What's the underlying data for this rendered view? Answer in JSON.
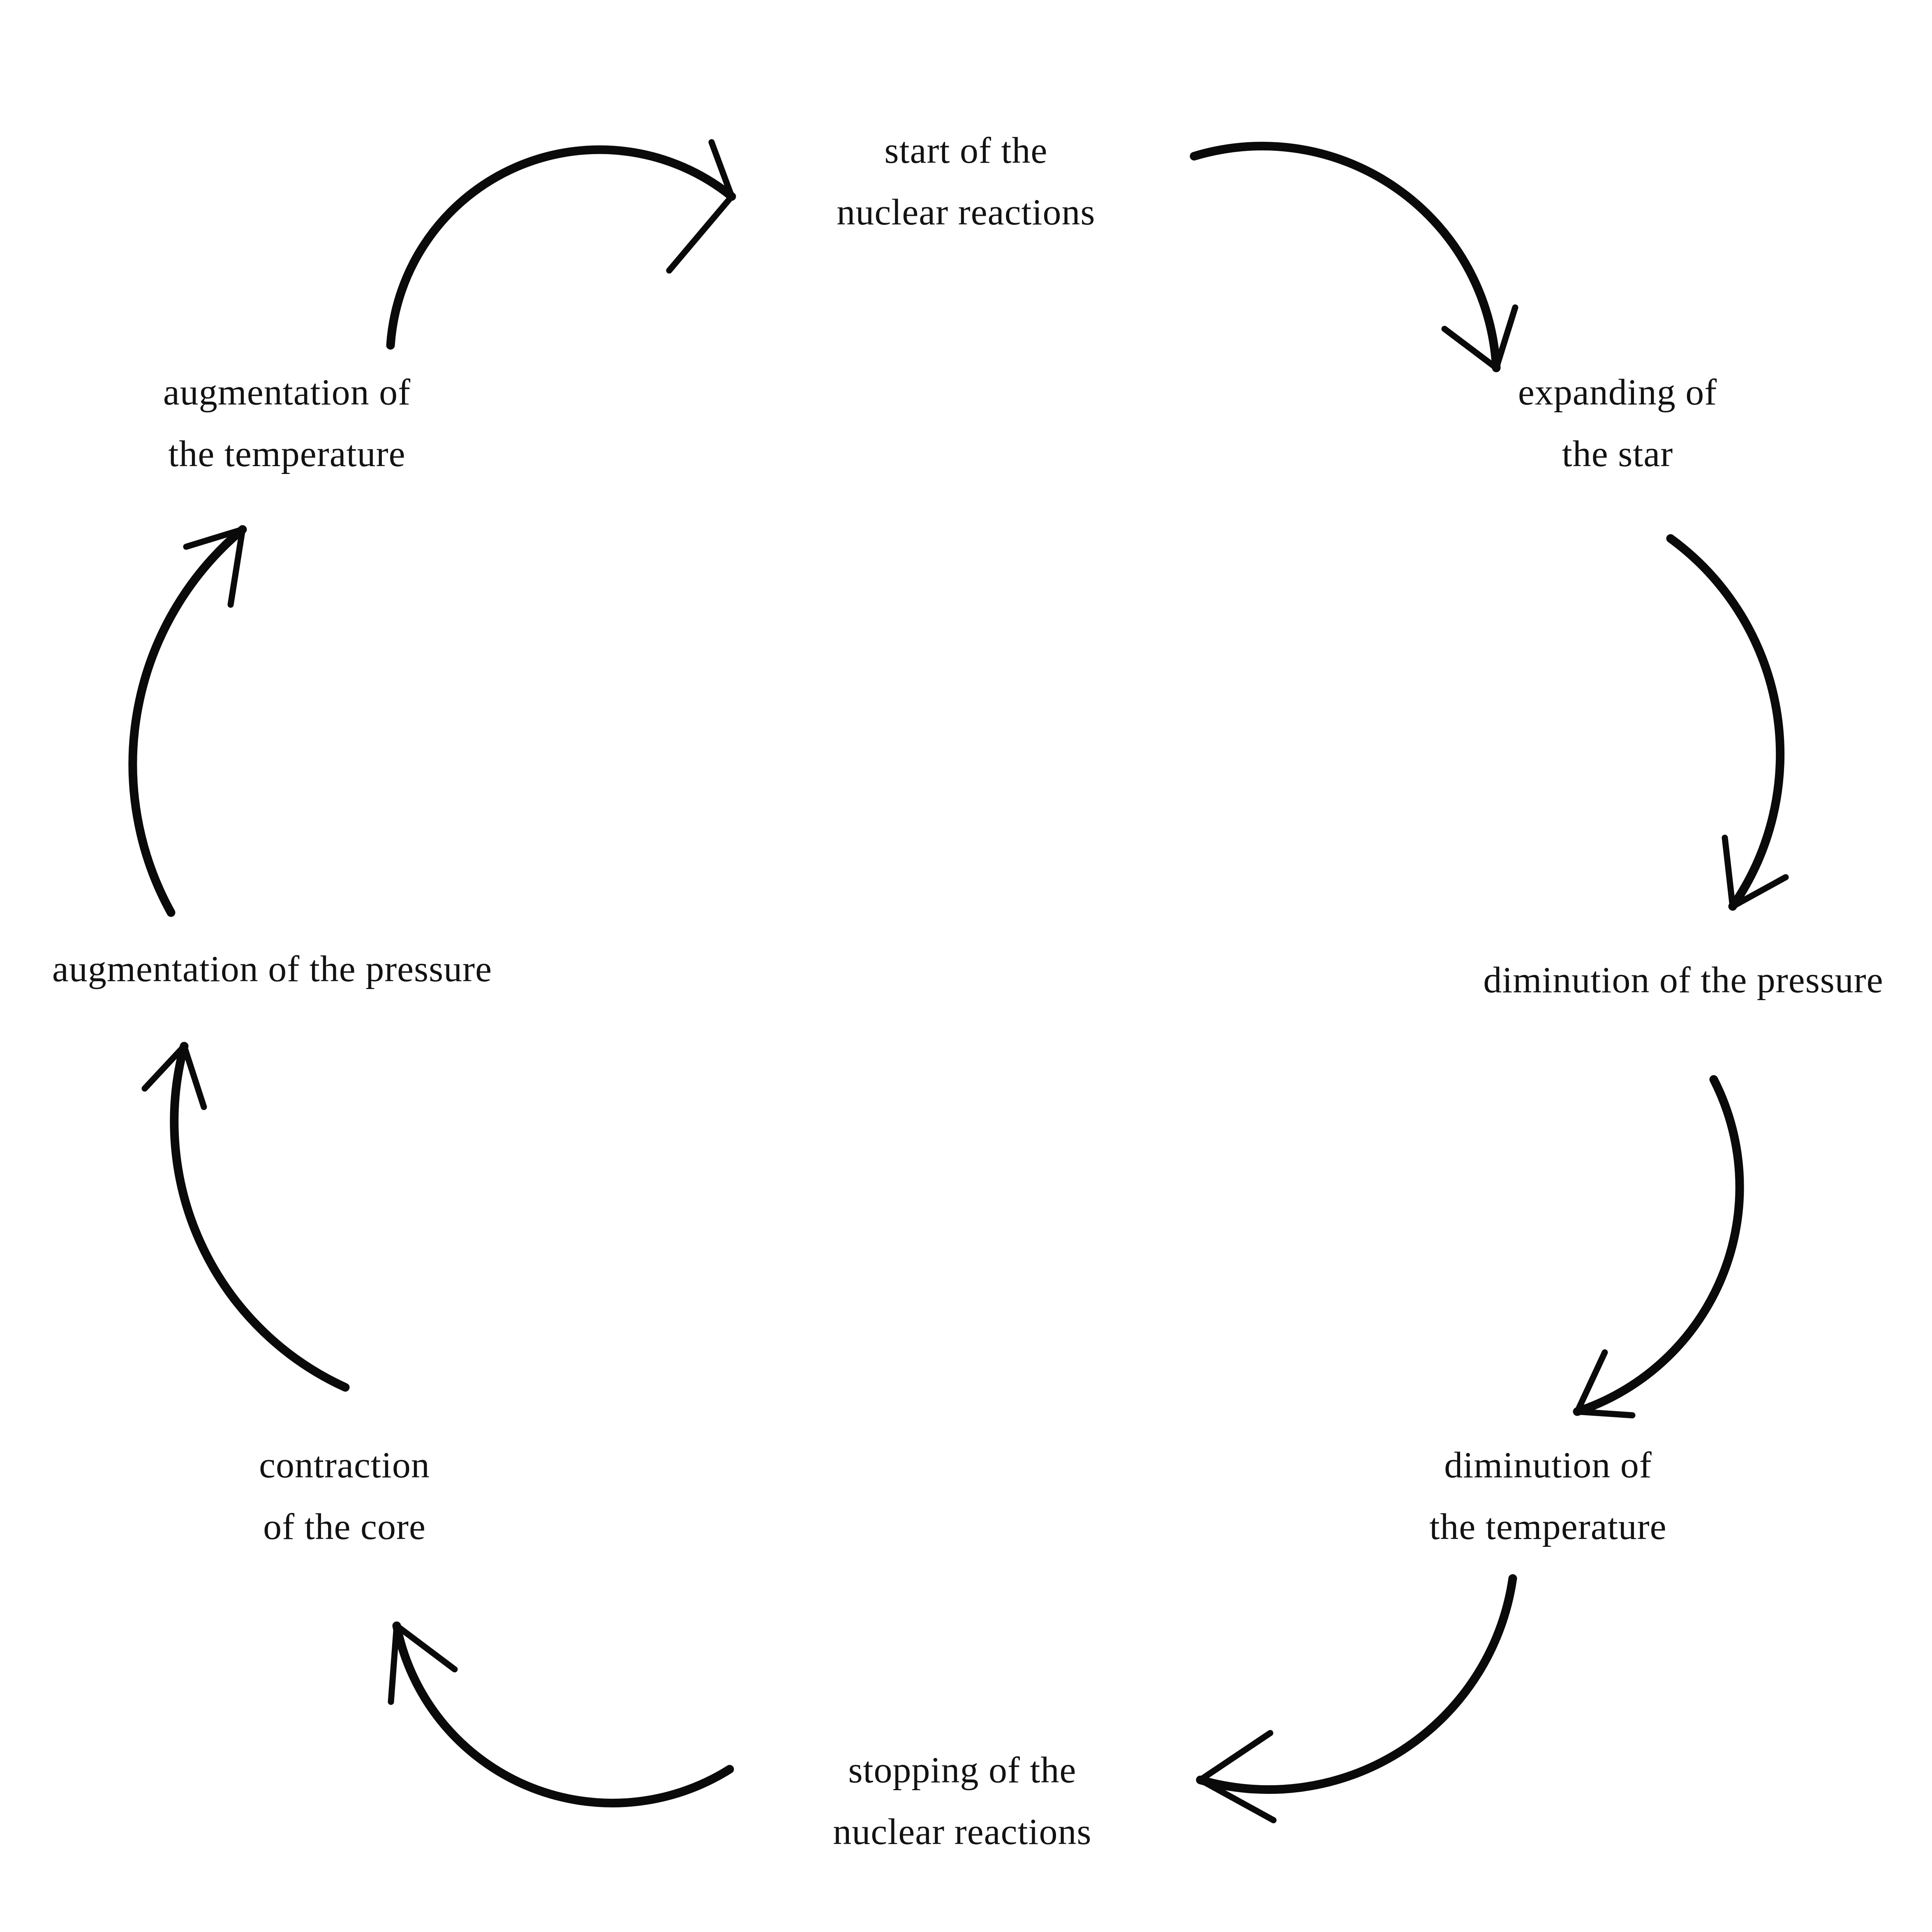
{
  "diagram": {
    "type": "cycle",
    "direction": "clockwise",
    "background_color": "#ffffff",
    "text_color": "#121212",
    "arrow_color": "#0a0a0a",
    "arrow_style": "hand-drawn",
    "nodes": [
      {
        "id": "start-nuclear-reactions",
        "lines": [
          "start of the",
          "nuclear reactions"
        ]
      },
      {
        "id": "expanding-star",
        "lines": [
          "expanding of",
          "the star"
        ]
      },
      {
        "id": "diminution-pressure",
        "lines": [
          "diminution of  the pressure"
        ]
      },
      {
        "id": "diminution-temperature",
        "lines": [
          "diminution of",
          "the temperature"
        ]
      },
      {
        "id": "stopping-nuclear-reactions",
        "lines": [
          "stopping of the",
          "nuclear reactions"
        ]
      },
      {
        "id": "contraction-core",
        "lines": [
          "contraction",
          "of the core"
        ]
      },
      {
        "id": "augmentation-pressure",
        "lines": [
          "augmentation of  the pressure"
        ]
      },
      {
        "id": "augmentation-temperature",
        "lines": [
          "augmentation of",
          "the temperature"
        ]
      }
    ],
    "edges": [
      {
        "from": "augmentation-temperature",
        "to": "start-nuclear-reactions"
      },
      {
        "from": "start-nuclear-reactions",
        "to": "expanding-star"
      },
      {
        "from": "expanding-star",
        "to": "diminution-pressure"
      },
      {
        "from": "diminution-pressure",
        "to": "diminution-temperature"
      },
      {
        "from": "diminution-temperature",
        "to": "stopping-nuclear-reactions"
      },
      {
        "from": "stopping-nuclear-reactions",
        "to": "contraction-core"
      },
      {
        "from": "contraction-core",
        "to": "augmentation-pressure"
      },
      {
        "from": "augmentation-pressure",
        "to": "augmentation-temperature"
      }
    ]
  }
}
